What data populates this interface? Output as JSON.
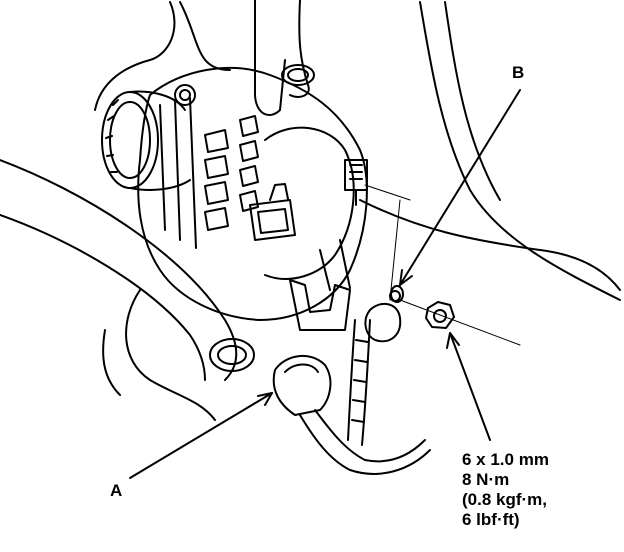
{
  "callouts": {
    "a": "A",
    "b": "B"
  },
  "torque_spec": {
    "line1": "6 x 1.0 mm",
    "line2": "8 N·m",
    "line3": "(0.8 kgf·m,",
    "line4": "6 lbf·ft)"
  },
  "colors": {
    "ink": "#000000",
    "paper": "#ffffff"
  }
}
